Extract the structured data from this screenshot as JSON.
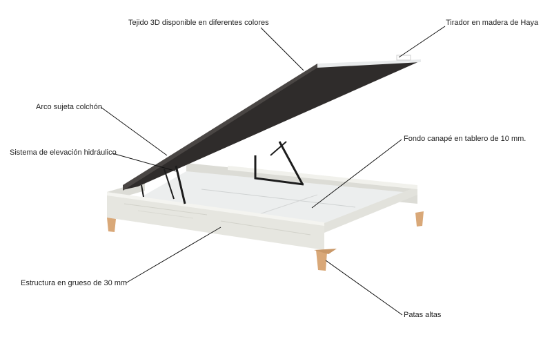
{
  "callouts": {
    "fabric": "Tejido 3D disponible en diferentes colores",
    "handle": "Tirador en madera de Haya",
    "arc": "Arco sujeta colchón",
    "lift": "Sistema de elevación hidráulico",
    "base": "Fondo canapé en tablero de 10 mm.",
    "frame": "Estructura en grueso de 30 mm",
    "legs": "Patas altas"
  },
  "colors": {
    "background": "#ffffff",
    "lid_fabric": "#2f2c2b",
    "lid_edge": "#e9ebec",
    "frame_wood": "#e6e6e0",
    "frame_shadow": "#cfcfc8",
    "base_board": "#eceeee",
    "leg_wood": "#d9a878",
    "leader_line": "#111111",
    "label_text": "#222222"
  }
}
